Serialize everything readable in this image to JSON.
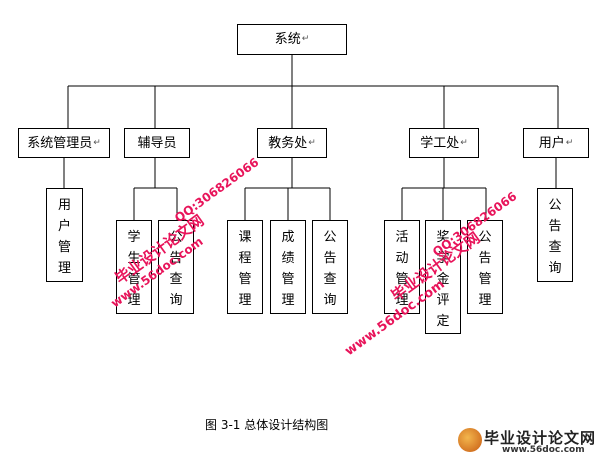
{
  "root": {
    "label": "系统"
  },
  "level1": {
    "admin": "系统管理员",
    "counselor": "辅导员",
    "academic": "教务处",
    "student_affairs": "学工处",
    "user": "用户"
  },
  "leaves": {
    "user_mgmt": [
      "用",
      "户",
      "管",
      "理"
    ],
    "student_mgmt": [
      "学",
      "生",
      "管",
      "理"
    ],
    "notice_query_1": [
      "公",
      "告",
      "查",
      "询"
    ],
    "course_mgmt": [
      "课",
      "程",
      "管",
      "理"
    ],
    "grade_mgmt": [
      "成",
      "绩",
      "管",
      "理"
    ],
    "notice_query_2": [
      "公",
      "告",
      "查",
      "询"
    ],
    "activity_mgmt": [
      "活",
      "动",
      "管",
      "理"
    ],
    "scholarship_eval": [
      "奖",
      "学",
      "金",
      "评",
      "定"
    ],
    "notice_mgmt": [
      "公",
      "告",
      "管",
      "理"
    ],
    "notice_query_3": [
      "公",
      "告",
      "查",
      "询"
    ]
  },
  "para_mark": "↵",
  "caption": "图 3-1 总体设计结构图",
  "watermarks": {
    "site_name": "毕业设计论文网",
    "site_url": "www.56doc.com",
    "qq": "QQ:306826066"
  },
  "logo": {
    "title": "毕业设计论文网",
    "url": "www.56doc.com"
  }
}
